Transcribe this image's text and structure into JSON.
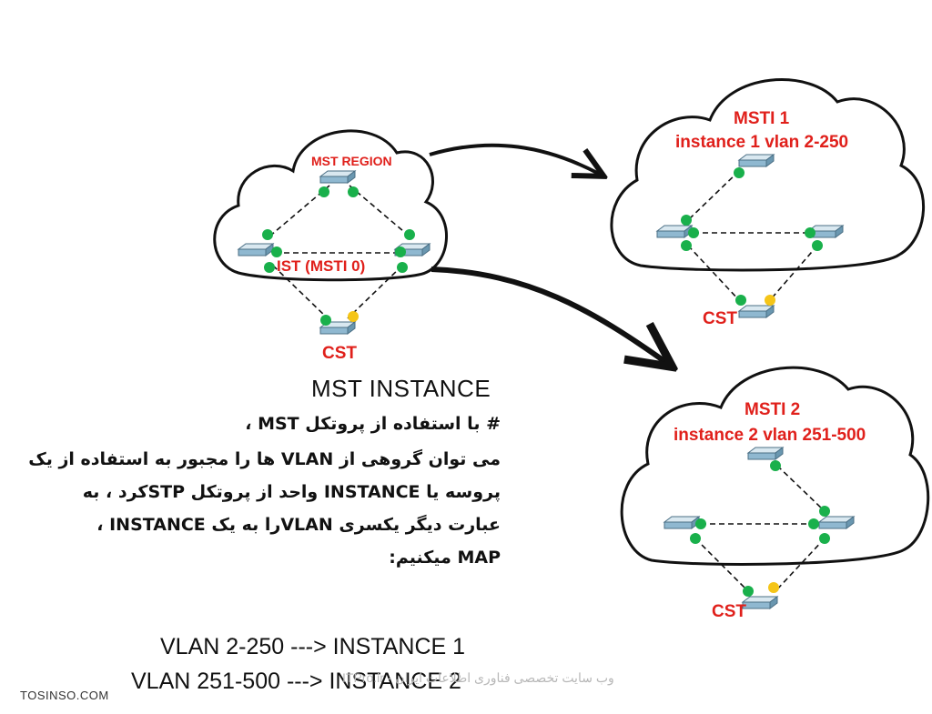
{
  "main_cloud": {
    "title": "MST REGION",
    "label": "IST (MSTI 0)",
    "cst": "CST"
  },
  "msti1": {
    "title": "MSTI 1",
    "subtitle": "instance 1 vlan 2-250",
    "cst": "CST"
  },
  "msti2": {
    "title": "MSTI 2",
    "subtitle": "instance 2 vlan 251-500",
    "cst": "CST"
  },
  "text": {
    "heading": "MST INSTANCE",
    "line1": "# با استفاده از  پروتکل MST ،",
    "para1": "می توان گروهی از  VLAN ها را مجبور به استفاده از یک",
    "para2": "پروسه یا INSTANCE واحد از پروتکل  STPکرد ، به",
    "para3": "عبارت دیگر یکسری  VLANرا به یک  INSTANCE ،",
    "para4": " MAP میکنیم:",
    "map1": "VLAN 2-250 ---> INSTANCE  1",
    "map2": "VLAN 251-500 ---> INSTANCE  2"
  },
  "watermark": "ITPro.ir - وب سایت تخصصی فناوری اطلاعات ایران",
  "site": "TOSINSO.COM",
  "colors": {
    "port_green": "#19b04b",
    "port_yellow": "#f5c518",
    "title_red": "#e0201b",
    "switch_blue": "#8fb8d0"
  }
}
